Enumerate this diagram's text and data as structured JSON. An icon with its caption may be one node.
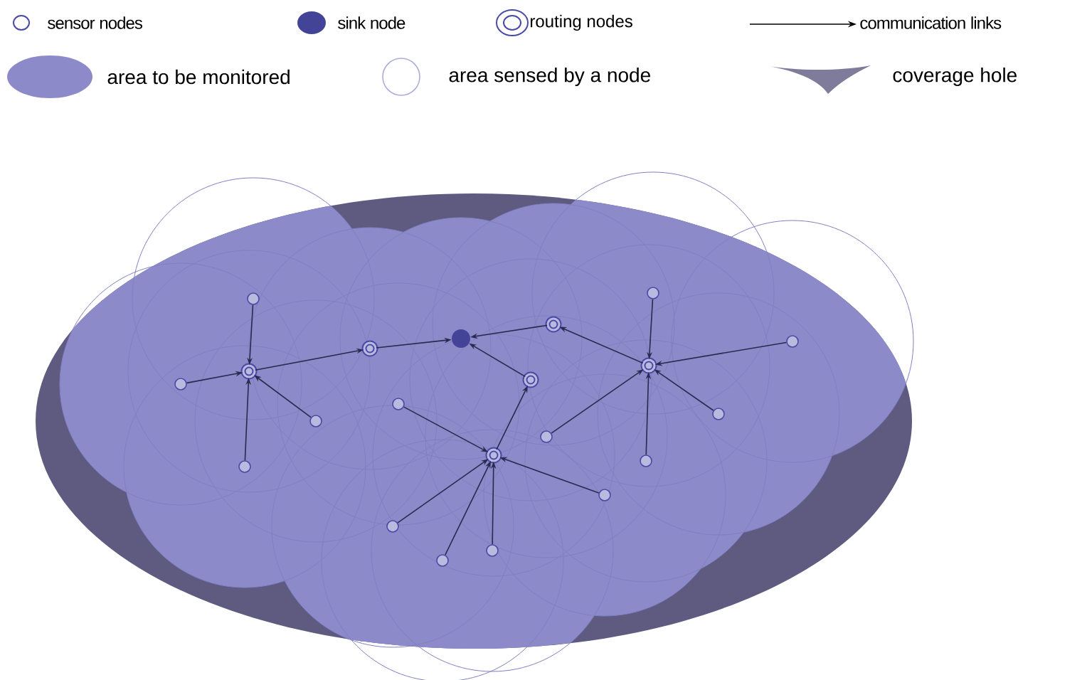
{
  "diagram": {
    "nodes": [
      {
        "text": [],
        "shape": "circle"
      },
      {
        "text": [],
        "shape": "circle"
      },
      {
        "text": [],
        "shape": "ring"
      },
      {
        "text": [],
        "shape": "circle"
      },
      {
        "text": [],
        "shape": "circle"
      },
      {
        "text": [],
        "shape": "ring"
      },
      {
        "text": [],
        "shape": "circle"
      },
      {
        "text": [],
        "shape": "circle"
      },
      {
        "text": [],
        "shape": "circle"
      },
      {
        "text": [],
        "shape": "dot"
      },
      {
        "text": [],
        "shape": "circle"
      },
      {
        "text": [],
        "shape": "ring"
      },
      {
        "text": [],
        "shape": "ring"
      },
      {
        "text": [],
        "shape": "circle"
      },
      {
        "text": [],
        "shape": "ring"
      },
      {
        "text": [],
        "shape": "circle"
      },
      {
        "text": [],
        "shape": "circle"
      },
      {
        "text": [],
        "shape": "ring"
      },
      {
        "text": [],
        "shape": "circle"
      },
      {
        "text": [],
        "shape": "circle"
      },
      {
        "text": [],
        "shape": "circle"
      }
    ],
    "edges": [
      {
        "from": 0,
        "to": 2,
        "arrow": "to"
      },
      {
        "from": 1,
        "to": 2,
        "arrow": "to"
      },
      {
        "from": 3,
        "to": 2,
        "arrow": "to"
      },
      {
        "from": 4,
        "to": 2,
        "arrow": "to"
      },
      {
        "from": 2,
        "to": 5,
        "arrow": "to"
      },
      {
        "from": 5,
        "to": 9,
        "arrow": "to"
      },
      {
        "from": 14,
        "to": 9,
        "arrow": "to"
      },
      {
        "from": 12,
        "to": 9,
        "arrow": "to"
      },
      {
        "from": 11,
        "to": 12,
        "arrow": "to"
      },
      {
        "from": 17,
        "to": 14,
        "arrow": "to"
      },
      {
        "from": 7,
        "to": 11,
        "arrow": "to"
      },
      {
        "from": 6,
        "to": 11,
        "arrow": "to"
      },
      {
        "from": 8,
        "to": 11,
        "arrow": "to"
      },
      {
        "from": 10,
        "to": 11,
        "arrow": "to"
      },
      {
        "from": 15,
        "to": 11,
        "arrow": "to"
      },
      {
        "from": 18,
        "to": 17,
        "arrow": "to"
      },
      {
        "from": 20,
        "to": 17,
        "arrow": "to"
      },
      {
        "from": 19,
        "to": 17,
        "arrow": "to"
      },
      {
        "from": 16,
        "to": 17,
        "arrow": "to"
      },
      {
        "from": 13,
        "to": 17,
        "arrow": "to"
      }
    ],
    "legend": [
      {
        "text": "sensor nodes"
      },
      {
        "text": "sink node"
      },
      {
        "text": "routing nodes"
      },
      {
        "text": "communication links"
      },
      {
        "text": "area to be monitored",
        "color": "#8c8ac8"
      },
      {
        "text": "area sensed by a node"
      },
      {
        "text": "coverage hole"
      }
    ]
  }
}
